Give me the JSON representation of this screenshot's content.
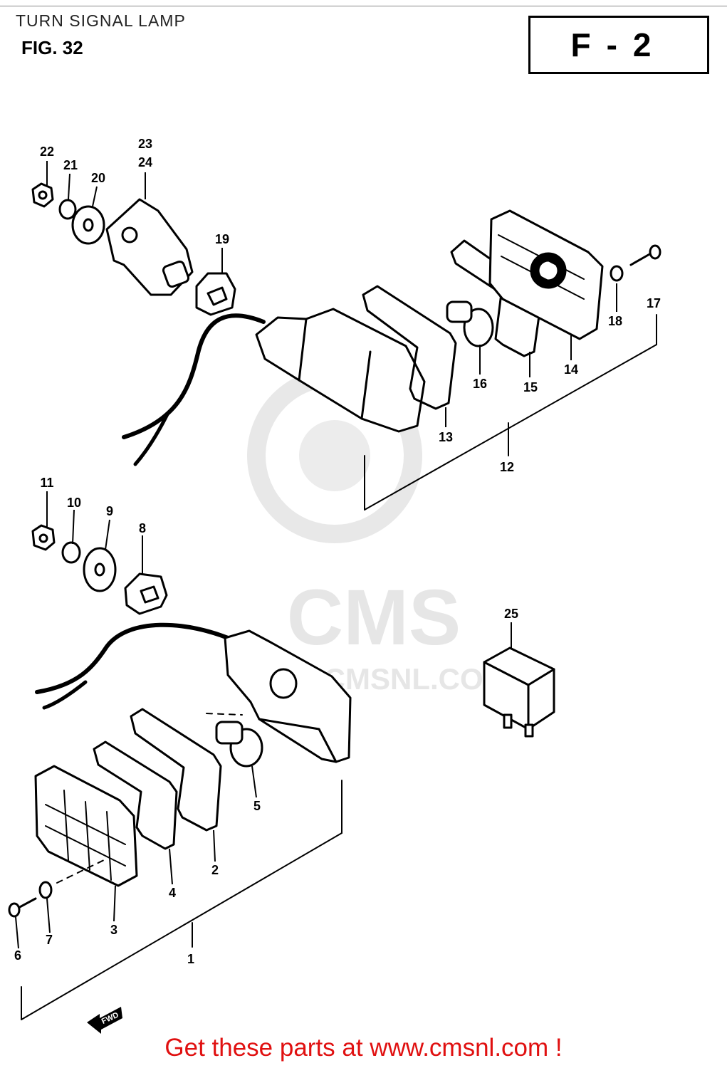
{
  "header": {
    "title": "TURN SIGNAL LAMP",
    "figure": "FIG. 32",
    "section": "F-2"
  },
  "watermark": {
    "brand": "CMS",
    "site": "WWW.CMSNL.COM"
  },
  "direction_arrow": "FWD",
  "callouts": [
    "1",
    "2",
    "3",
    "4",
    "5",
    "6",
    "7",
    "8",
    "9",
    "10",
    "11",
    "12",
    "13",
    "14",
    "15",
    "16",
    "17",
    "18",
    "19",
    "20",
    "21",
    "22",
    "23",
    "24",
    "25"
  ],
  "footer": {
    "text": "Get these parts at www.cmsnl.com !",
    "color": "#e01010"
  }
}
